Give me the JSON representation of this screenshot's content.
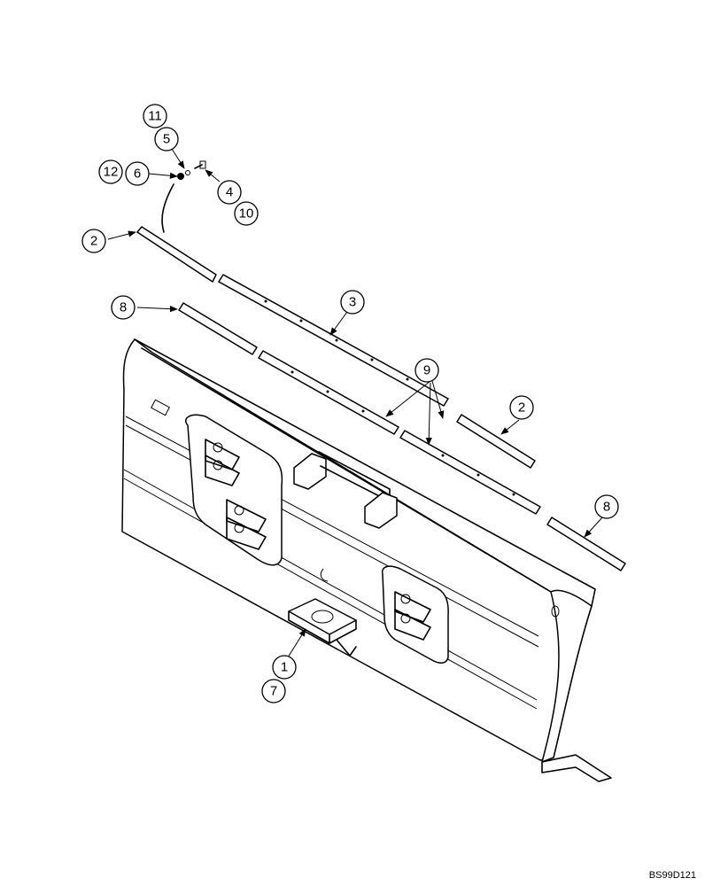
{
  "reference_code": "BS99D121",
  "callouts": [
    {
      "id": "c11",
      "label": "11"
    },
    {
      "id": "c5",
      "label": "5"
    },
    {
      "id": "c12",
      "label": "12"
    },
    {
      "id": "c6",
      "label": "6"
    },
    {
      "id": "c4",
      "label": "4"
    },
    {
      "id": "c10",
      "label": "10"
    },
    {
      "id": "c2a",
      "label": "2"
    },
    {
      "id": "c8a",
      "label": "8"
    },
    {
      "id": "c3",
      "label": "3"
    },
    {
      "id": "c9",
      "label": "9"
    },
    {
      "id": "c2b",
      "label": "2"
    },
    {
      "id": "c8b",
      "label": "8"
    },
    {
      "id": "c1",
      "label": "1"
    },
    {
      "id": "c7",
      "label": "7"
    }
  ]
}
